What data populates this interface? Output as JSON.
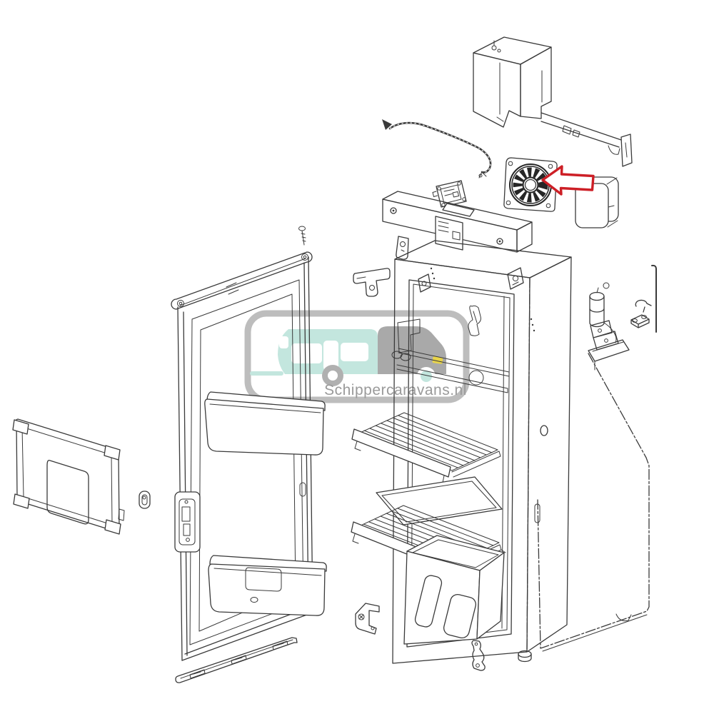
{
  "watermark": {
    "text": "Schippercaravans.nl"
  },
  "annotation": {
    "type": "block-arrow",
    "direction": "left",
    "points_to": "ventilation-fan"
  },
  "colors": {
    "background": "#ffffff",
    "line": "#3a3a3a",
    "arrow": "#cd1f26",
    "logo_teal": "#c3e6de",
    "logo_gray": "#a9a9a9",
    "logo_border": "#bdbdbd",
    "logo_wheel": "#b0b0b0",
    "logo_headlight": "#e8d44a",
    "logo_text": "#9a9a9a"
  },
  "diagram": {
    "kind": "exploded-parts-diagram",
    "subject": "caravan-absorption-refrigerator",
    "components": [
      "flue-cover",
      "mounting-rail",
      "wiring-harness",
      "control-module",
      "ventilation-fan",
      "fan-cover-box",
      "vent-grille",
      "grille-control-panel",
      "t-bracket",
      "refrigerator-cabinet",
      "door-assembly",
      "door-upper-bin",
      "door-lower-bin",
      "door-lock",
      "door-screw",
      "wire-shelf-upper",
      "drip-tray",
      "wire-shelf-lower",
      "crisper-box",
      "winter-vent-panel",
      "panel-clip",
      "door-bottom-rail",
      "l-bracket",
      "bottom-hinge-bracket",
      "burner-assembly",
      "gas-rod",
      "pipe-clips",
      "side-panel",
      "cabinet-foot"
    ]
  }
}
